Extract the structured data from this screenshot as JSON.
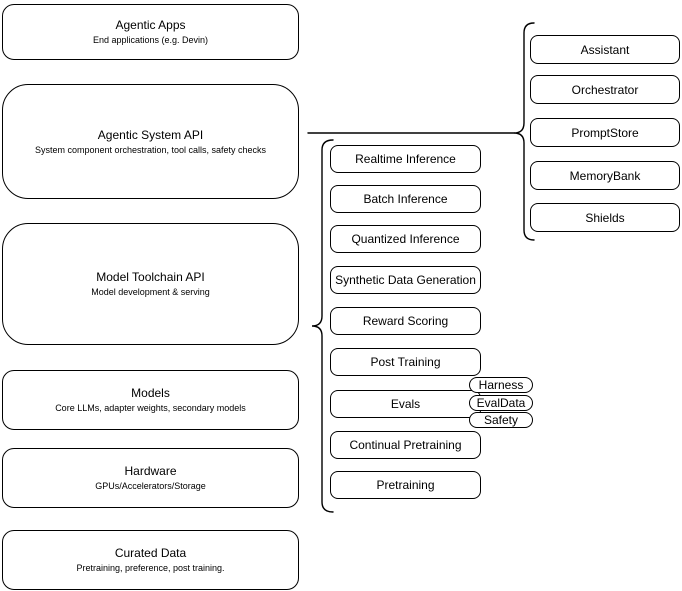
{
  "diagram": {
    "colors": {
      "stroke": "#000000",
      "background": "#ffffff"
    },
    "stack": [
      {
        "title": "Agentic Apps",
        "subtitle": "End applications (e.g. Devin)"
      },
      {
        "title": "Agentic System API",
        "subtitle": "System component orchestration, tool calls, safety checks"
      },
      {
        "title": "Model Toolchain API",
        "subtitle": "Model development & serving"
      },
      {
        "title": "Models",
        "subtitle": "Core LLMs, adapter weights, secondary models"
      },
      {
        "title": "Hardware",
        "subtitle": "GPUs/Accelerators/Storage"
      },
      {
        "title": "Curated Data",
        "subtitle": "Pretraining, preference, post training."
      }
    ],
    "toolchain_components": [
      "Realtime Inference",
      "Batch Inference",
      "Quantized Inference",
      "Synthetic Data Generation",
      "Reward Scoring",
      "Post Training",
      "Evals",
      "Continual Pretraining",
      "Pretraining"
    ],
    "eval_pills": [
      "Harness",
      "EvalData",
      "Safety"
    ],
    "system_components": [
      "Assistant",
      "Orchestrator",
      "PromptStore",
      "MemoryBank",
      "Shields"
    ]
  }
}
